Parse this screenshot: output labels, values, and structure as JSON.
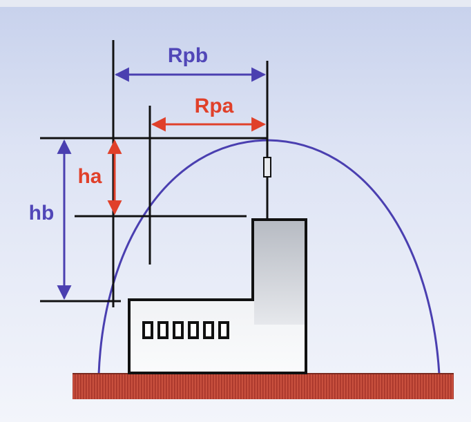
{
  "labels": {
    "rpb": "Rpb",
    "rpa": "Rpa",
    "ha": "ha",
    "hb": "hb"
  },
  "colors": {
    "background_top": "#c9d3ee",
    "background_mid": "#eef1fa",
    "arc": "#4a3fb0",
    "blue_label": "#5147b8",
    "red_label": "#e0402a",
    "lines": "#111111",
    "ground": "#c24a3a",
    "building_fill": "#eef0f2",
    "chimney_fill": "#c9ccd2"
  },
  "building": {
    "window_count": 6
  }
}
